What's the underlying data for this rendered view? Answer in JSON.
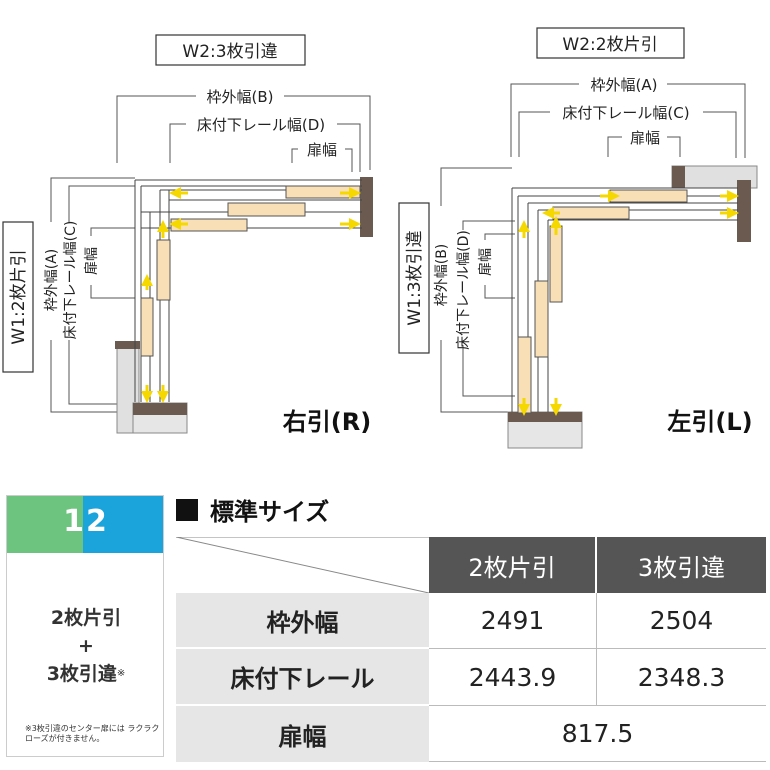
{
  "left_diagram": {
    "top_title": "W2:3枚引違",
    "side_title": "W1:2枚片引",
    "dim_b": "枠外幅(B)",
    "dim_d": "床付下レール幅(D)",
    "dim_door": "扉幅",
    "vdim_a": "枠外幅(A)",
    "vdim_c": "床付下レール幅(C)",
    "vdim_door": "扉幅",
    "caption": "右引(R)"
  },
  "right_diagram": {
    "top_title": "W2:2枚片引",
    "side_title": "W1:3枚引違",
    "dim_a": "枠外幅(A)",
    "dim_c": "床付下レール幅(C)",
    "dim_door": "扉幅",
    "vdim_b": "枠外幅(B)",
    "vdim_d": "床付下レール幅(D)",
    "vdim_door": "扉幅",
    "caption": "左引(L)"
  },
  "badge": {
    "number_1": "1",
    "number_2": "2",
    "line1": "2枚片引",
    "line2": "+",
    "line3": "3枚引違",
    "line3_mark": "※",
    "note": "※3枚引違のセンター扉には ラクラクローズが付きません。"
  },
  "table": {
    "title": "標準サイズ",
    "columns": [
      "2枚片引",
      "3枚引違"
    ],
    "rows": [
      {
        "label": "枠外幅",
        "values": [
          "2491",
          "2504"
        ]
      },
      {
        "label": "床付下レール",
        "values": [
          "2443.9",
          "2348.3"
        ]
      },
      {
        "label": "扉幅",
        "merged": "817.5"
      }
    ]
  }
}
